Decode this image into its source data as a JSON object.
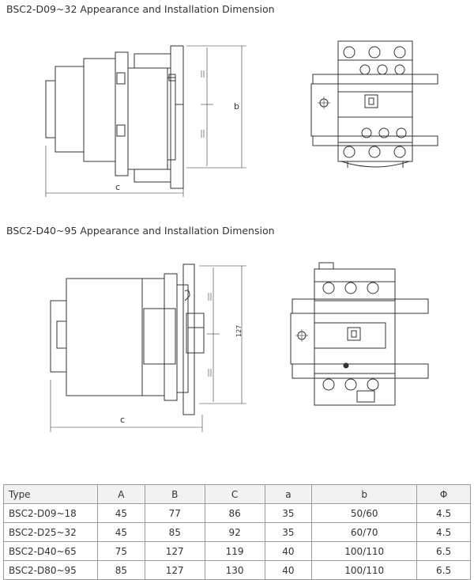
{
  "sections": [
    {
      "title": "BSC2-D09~32 Appearance and Installation Dimension",
      "labels": {
        "depth": "c",
        "height": "b"
      }
    },
    {
      "title": "BSC2-D40~95 Appearance and Installation Dimension",
      "labels": {
        "depth": "c",
        "height": "127"
      }
    }
  ],
  "table": {
    "headers": [
      "Type",
      "A",
      "B",
      "C",
      "a",
      "b",
      "Φ"
    ],
    "rows": [
      [
        "BSC2-D09~18",
        "45",
        "77",
        "86",
        "35",
        "50/60",
        "4.5"
      ],
      [
        "BSC2-D25~32",
        "45",
        "85",
        "92",
        "35",
        "60/70",
        "4.5"
      ],
      [
        "BSC2-D40~65",
        "75",
        "127",
        "119",
        "40",
        "100/110",
        "6.5"
      ],
      [
        "BSC2-D80~95",
        "85",
        "127",
        "130",
        "40",
        "100/110",
        "6.5"
      ]
    ]
  }
}
